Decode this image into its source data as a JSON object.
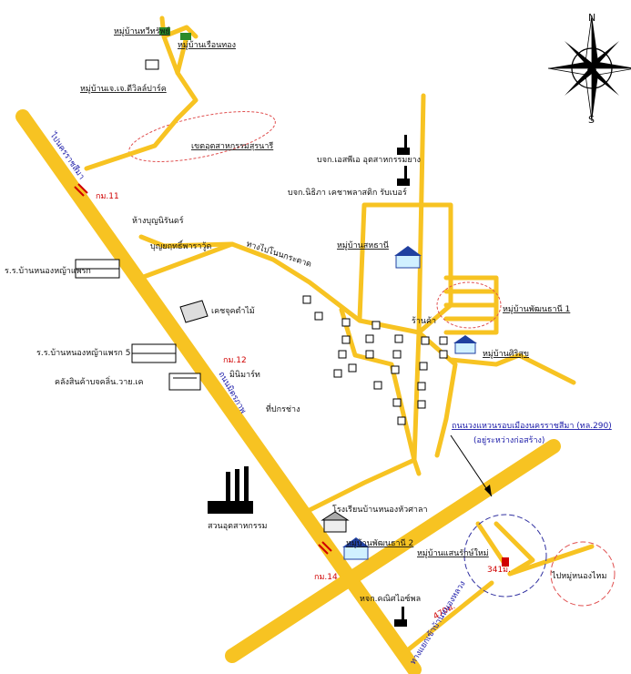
{
  "compass": {
    "north": "N",
    "south": "S"
  },
  "labels": {
    "village_thawee": "หมู่บ้านทวีทรัพย์",
    "village_ruenthong": "หมู่บ้านเรือนทอง",
    "village_jj": "หมู่บ้านเจ.เจ.ดีวิลล์ปาร์ค",
    "industrial_zone": "เขตอุตสาหกรรมสุรนารี",
    "nakhon_ratchasima_road": "ไปนครราชสีมา",
    "km11": "กม.11",
    "company_1": "บจก.เอสพีเอ อุตสาหกรรมยาง",
    "company_2": "บจก.นิธิภา เคชาพลาสติก รับเบอร์",
    "village_sahathanee": "หมู่บ้านสหธานี",
    "shop": "ร้านค้า",
    "village_phonthani1": "หมู่บ้านพัฒนธานี 1",
    "village_srisuk": "หมู่บ้านศิริสุข",
    "nongkrad_road": "ทางไปโนนกระดาด",
    "cable_store": "ห้างบุญนิรันดร์",
    "saraburi_yard": "บุญยฤทธิ์พาราวู้ด",
    "school": "ร.ร.บ้านหนองหญ้าแพรก",
    "furniture": "เคชจุคตำไม้",
    "market_5": "ร.ร.บ้านหนองหญ้าแพรก 5",
    "warehouse": "คลังสินค้าบจคลิ่น.วาย.เค",
    "km12": "กม.12",
    "minimart": "มินิมาร์ท",
    "garage": "ที่ปกรช่าง",
    "highway": "ถนนมิตรภาพ",
    "factory": "สวนอุตสาหกรรม",
    "ring_road": "ถนนวงแหวนรอบเมืองนครราชสีมา (ทล.290)",
    "ring_road_sub": "(อยู่ระหว่างก่อสร้าง)",
    "nonghua_school": "โรงเรียนบ้านหนองหัวศาลา",
    "village_phonthani2": "หมู่บ้านพัฒนธานี 2",
    "village_baansanruk": "หมู่บ้านแสนรักษ์ใหม่",
    "km14": "กม.14",
    "marker_341": "341ม.",
    "to_nonghai": "ไปหมู่หนองไหม",
    "pttdell": "หจก.คณิศไอซ์พล",
    "marker_470": "470ม.",
    "side_road": "ทางแยกเข้าบ้านหนองหลวง"
  },
  "colors": {
    "road": "#f7c322",
    "label_blue": "#1a1aa8",
    "marker_red": "#d00000"
  }
}
